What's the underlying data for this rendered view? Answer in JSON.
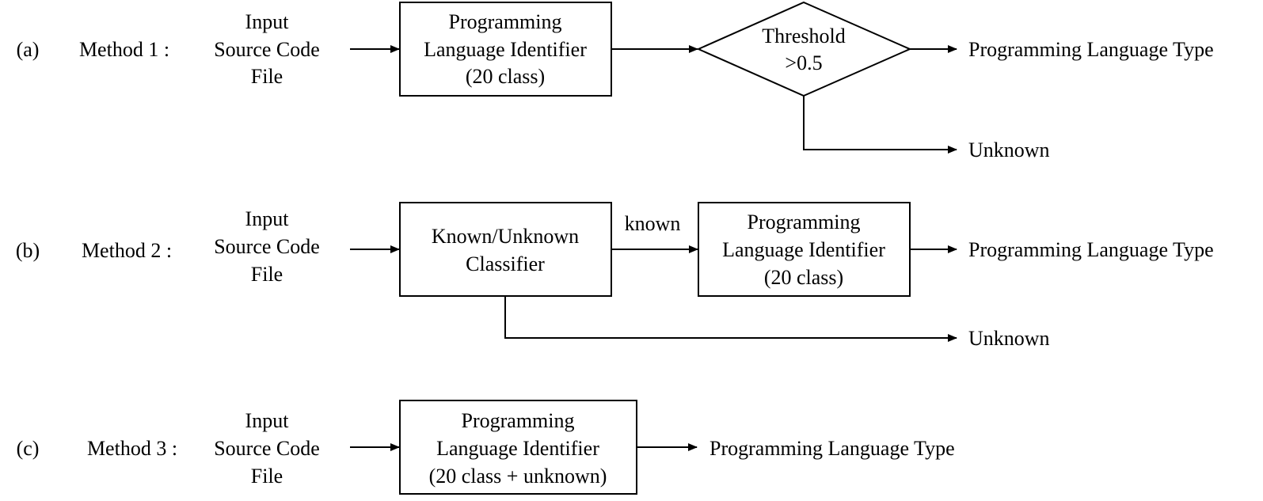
{
  "rows": [
    {
      "tag": "(a)",
      "method": "Method 1 :",
      "input": [
        "Input",
        "Source Code",
        "File"
      ],
      "box": [
        "Programming",
        "Language Identifier",
        "(20 class)"
      ],
      "decision": [
        "Threshold",
        ">0.5"
      ],
      "output": "Programming Language Type",
      "unknown": "Unknown"
    },
    {
      "tag": "(b)",
      "method": "Method 2 :",
      "input": [
        "Input",
        "Source Code",
        "File"
      ],
      "classifier": [
        "Known/Unknown",
        "Classifier"
      ],
      "edge_label": "known",
      "box": [
        "Programming",
        "Language Identifier",
        "(20 class)"
      ],
      "output": "Programming Language Type",
      "unknown": "Unknown"
    },
    {
      "tag": "(c)",
      "method": "Method 3 :",
      "input": [
        "Input",
        "Source Code",
        "File"
      ],
      "box": [
        "Programming",
        "Language Identifier",
        "(20 class + unknown)"
      ],
      "output": "Programming Language Type"
    }
  ]
}
